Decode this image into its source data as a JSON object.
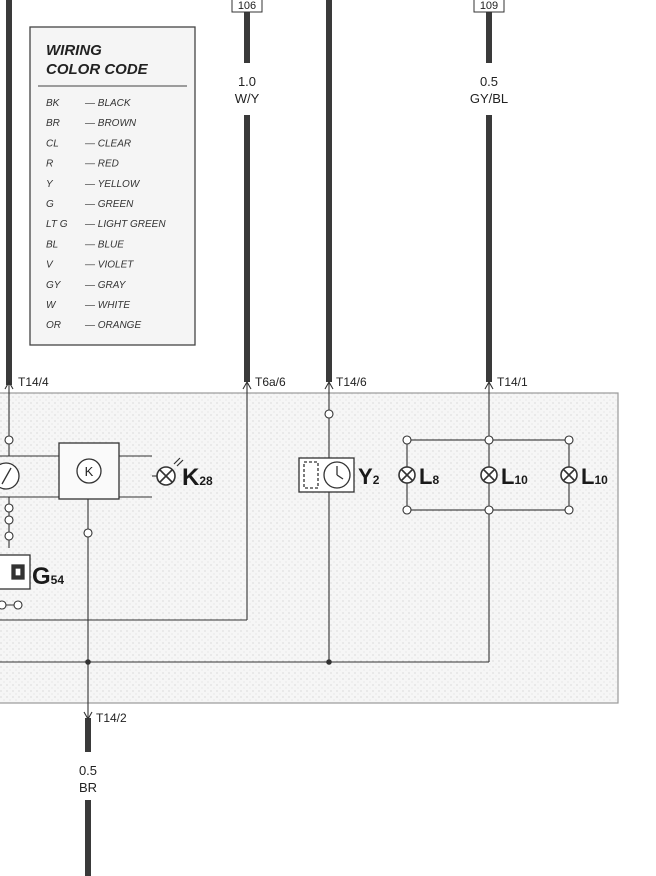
{
  "wire_ids": {
    "w106": "106",
    "w109": "109"
  },
  "wires": {
    "w_y": {
      "size": "1.0",
      "color": "W/Y"
    },
    "gy_bl": {
      "size": "0.5",
      "color": "GY/BL"
    },
    "br": {
      "size": "0.5",
      "color": "BR"
    }
  },
  "connectors": {
    "t14_4": "T14/4",
    "t6a_6": "T6a/6",
    "t14_6": "T14/6",
    "t14_1": "T14/1",
    "t14_2": "T14/2"
  },
  "legend": {
    "title_line1": "WIRING",
    "title_line2": "COLOR CODE",
    "items": [
      {
        "code": "BK",
        "name": "BLACK"
      },
      {
        "code": "BR",
        "name": "BROWN"
      },
      {
        "code": "CL",
        "name": "CLEAR"
      },
      {
        "code": "R",
        "name": "RED"
      },
      {
        "code": "Y",
        "name": "YELLOW"
      },
      {
        "code": "G",
        "name": "GREEN"
      },
      {
        "code": "LT G",
        "name": "LIGHT GREEN"
      },
      {
        "code": "BL",
        "name": "BLUE"
      },
      {
        "code": "V",
        "name": "VIOLET"
      },
      {
        "code": "GY",
        "name": "GRAY"
      },
      {
        "code": "W",
        "name": "WHITE"
      },
      {
        "code": "OR",
        "name": "ORANGE"
      }
    ]
  },
  "components": {
    "k28": {
      "letter": "K",
      "sub": "28"
    },
    "y2": {
      "letter": "Y",
      "sub": "2"
    },
    "l8": {
      "letter": "L",
      "sub": "8"
    },
    "l10a": {
      "letter": "L",
      "sub": "10"
    },
    "l10b": {
      "letter": "L",
      "sub": "10"
    },
    "g54": {
      "letter": "G",
      "sub": "54"
    },
    "k_symbol": "K"
  },
  "colors": {
    "ink": "#2a2a2a",
    "panel_border": "#9a9a9a",
    "panel_fill": "#f4f4f4"
  }
}
